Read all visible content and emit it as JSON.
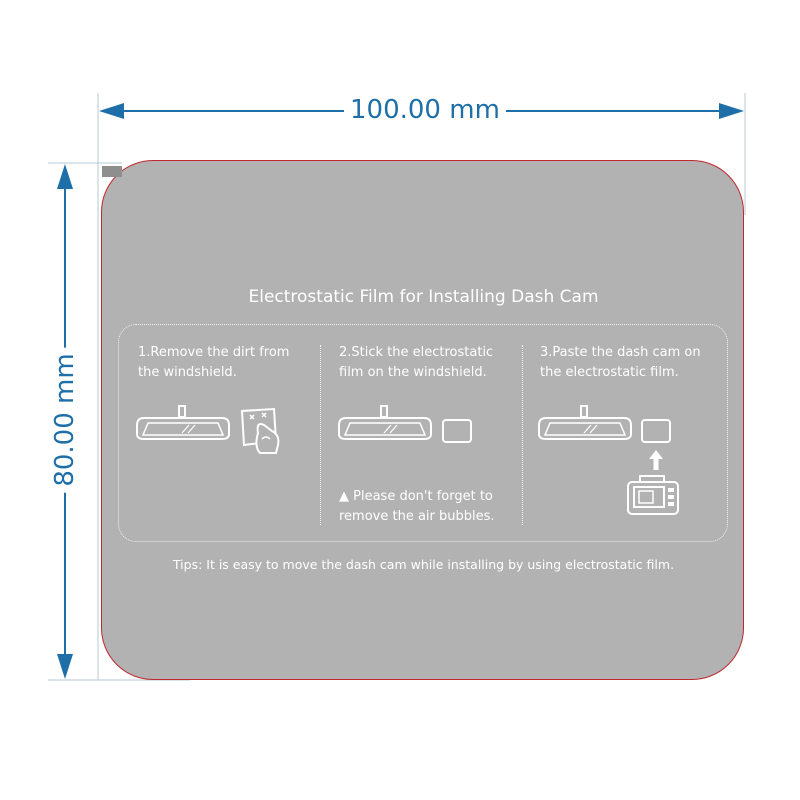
{
  "dimensions": {
    "width_label": "100.00 mm",
    "height_label": "80.00 mm",
    "color": "#1e6fa8"
  },
  "card": {
    "title": "Electrostatic Film for Installing Dash Cam",
    "fill_color": "#b2b2b2",
    "border_color": "#c0282d",
    "steps": [
      {
        "line1": "1.Remove the dirt from",
        "line2": "the windshield."
      },
      {
        "line1": "2.Stick the electrostatic",
        "line2": "film on the windshield."
      },
      {
        "line1": "3.Paste the dash cam on",
        "line2": "the electrostatic film."
      }
    ],
    "warning": {
      "line1": "▲ Please don't forget to",
      "line2": "remove the air bubbles."
    },
    "tips": "Tips: It is easy to move the dash cam while installing by using electrostatic film."
  }
}
